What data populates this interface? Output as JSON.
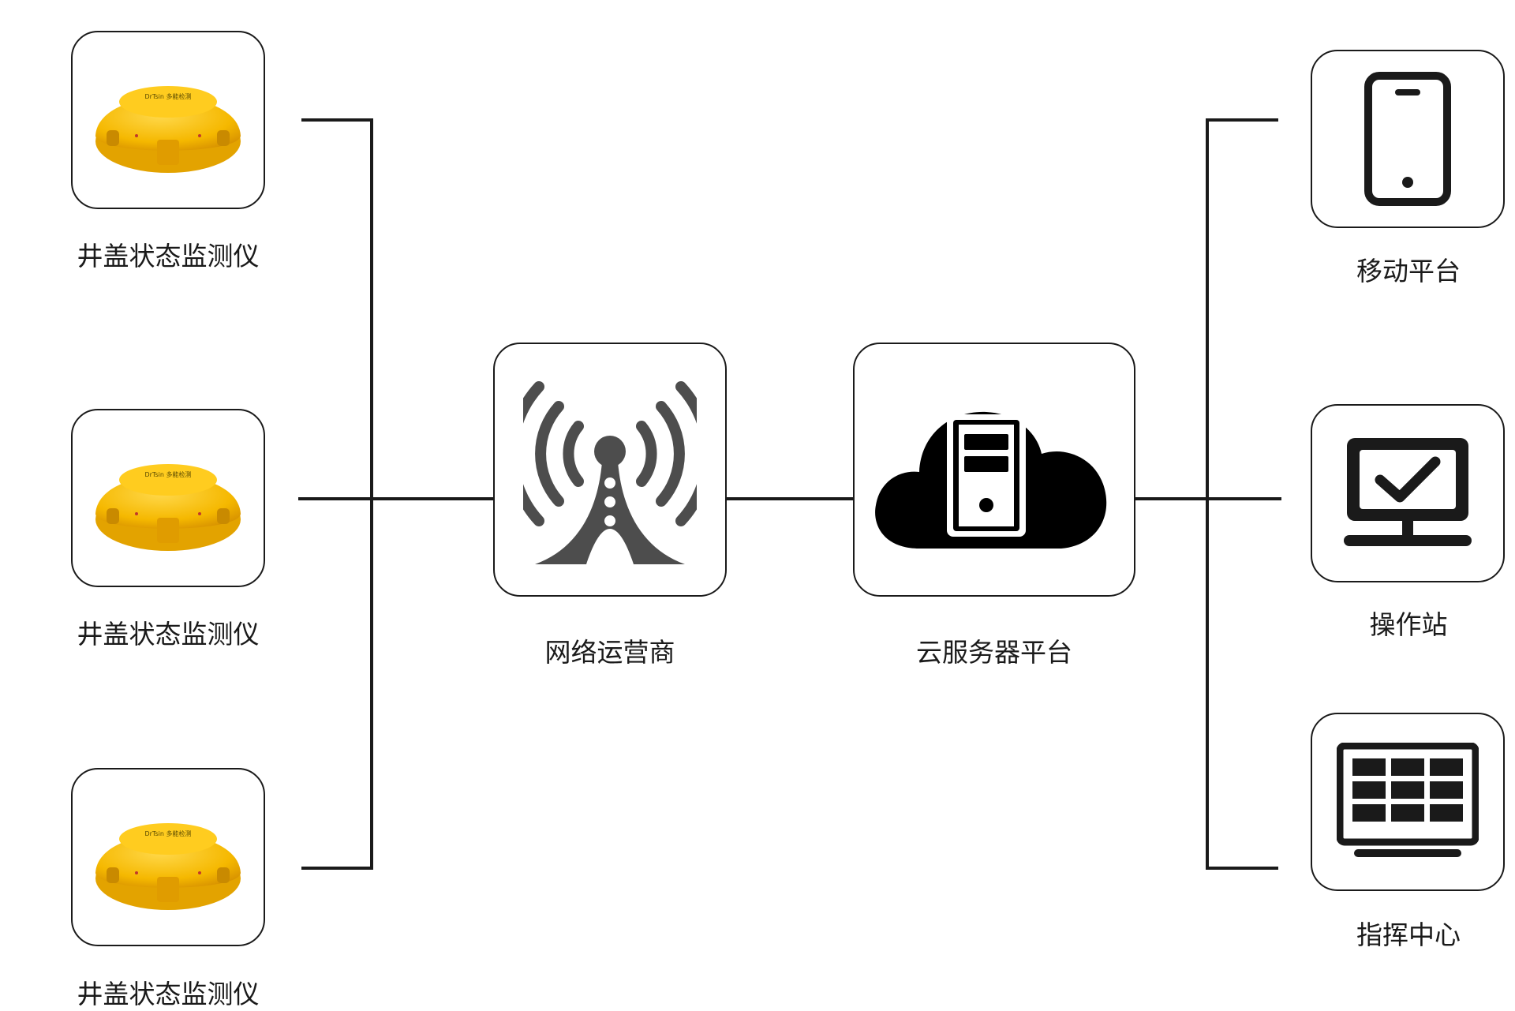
{
  "devices": [
    {
      "label": "井盖状态监测仪",
      "brand": "DrTsin 多能检测"
    },
    {
      "label": "井盖状态监测仪",
      "brand": "DrTsin 多能检测"
    },
    {
      "label": "井盖状态监测仪",
      "brand": "DrTsin 多能检测"
    }
  ],
  "network": {
    "label": "网络运营商",
    "icon": "cell-tower-icon"
  },
  "cloud": {
    "label": "云服务器平台",
    "icon": "cloud-server-icon"
  },
  "terminals": [
    {
      "label": "移动平台",
      "icon": "mobile-phone-icon"
    },
    {
      "label": "操作站",
      "icon": "monitor-check-icon"
    },
    {
      "label": "指挥中心",
      "icon": "video-wall-icon"
    }
  ],
  "colors": {
    "line": "#1a1a1a",
    "device": "#f5b800",
    "tower": "#4d4d4d"
  }
}
